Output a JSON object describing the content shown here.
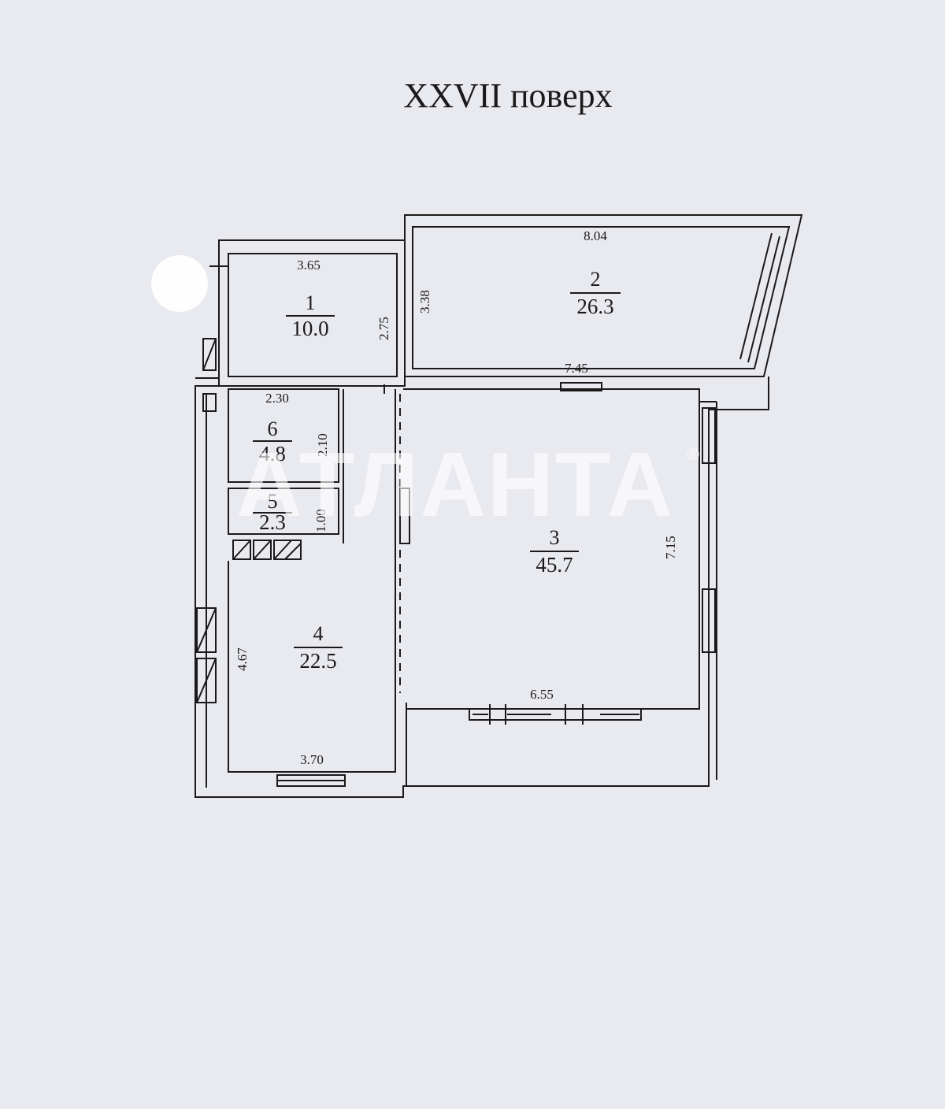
{
  "title": "XXVII поверх",
  "watermark": {
    "text": "АТЛАНТА",
    "mark": "®"
  },
  "rooms": [
    {
      "number": "1",
      "area": "10.0"
    },
    {
      "number": "2",
      "area": "26.3"
    },
    {
      "number": "3",
      "area": "45.7"
    },
    {
      "number": "4",
      "area": "22.5"
    },
    {
      "number": "5",
      "area": "2.3"
    },
    {
      "number": "6",
      "area": "4.8"
    }
  ],
  "dimensions": {
    "room1_width": "3.65",
    "room1_height": "2.75",
    "room2_top": "8.04",
    "room2_height": "3.38",
    "room2_bottom": "7.45",
    "room6_width": "2.30",
    "room6_height": "2.10",
    "room5_height": "1.00",
    "room3_height": "7.15",
    "room3_bottom": "6.55",
    "room4_height": "4.67",
    "room4_bottom": "3.70"
  },
  "colors": {
    "paper": "#e9eaf0",
    "line": "#1a1a1a",
    "watermark": "#ffffff"
  }
}
